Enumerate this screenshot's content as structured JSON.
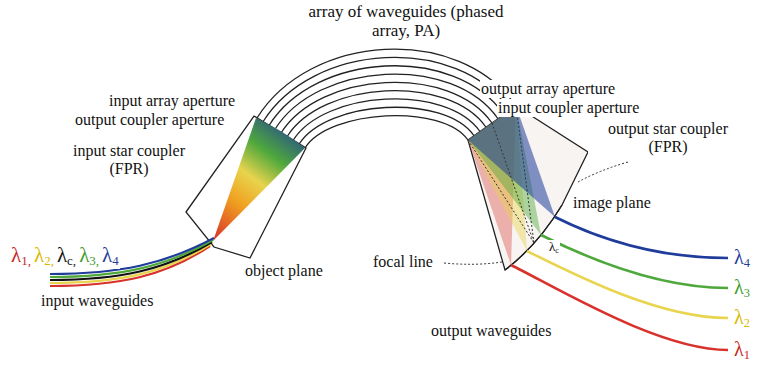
{
  "diagram": {
    "labels": [
      "array of waveguides (phased array, PA)",
      "input array aperture",
      "output coupler aperture",
      "input star coupler (FPR)",
      "λ1,",
      "λ2,",
      "λc,",
      "λ3,",
      "λ4",
      "object plane",
      "input waveguides",
      "output array aperture",
      "input coupler aperture",
      "output star coupler (FPR)",
      "image plane",
      "λc",
      "focal line",
      "output waveguides",
      "λ4",
      "λ3",
      "λ2",
      "λ1"
    ]
  }
}
